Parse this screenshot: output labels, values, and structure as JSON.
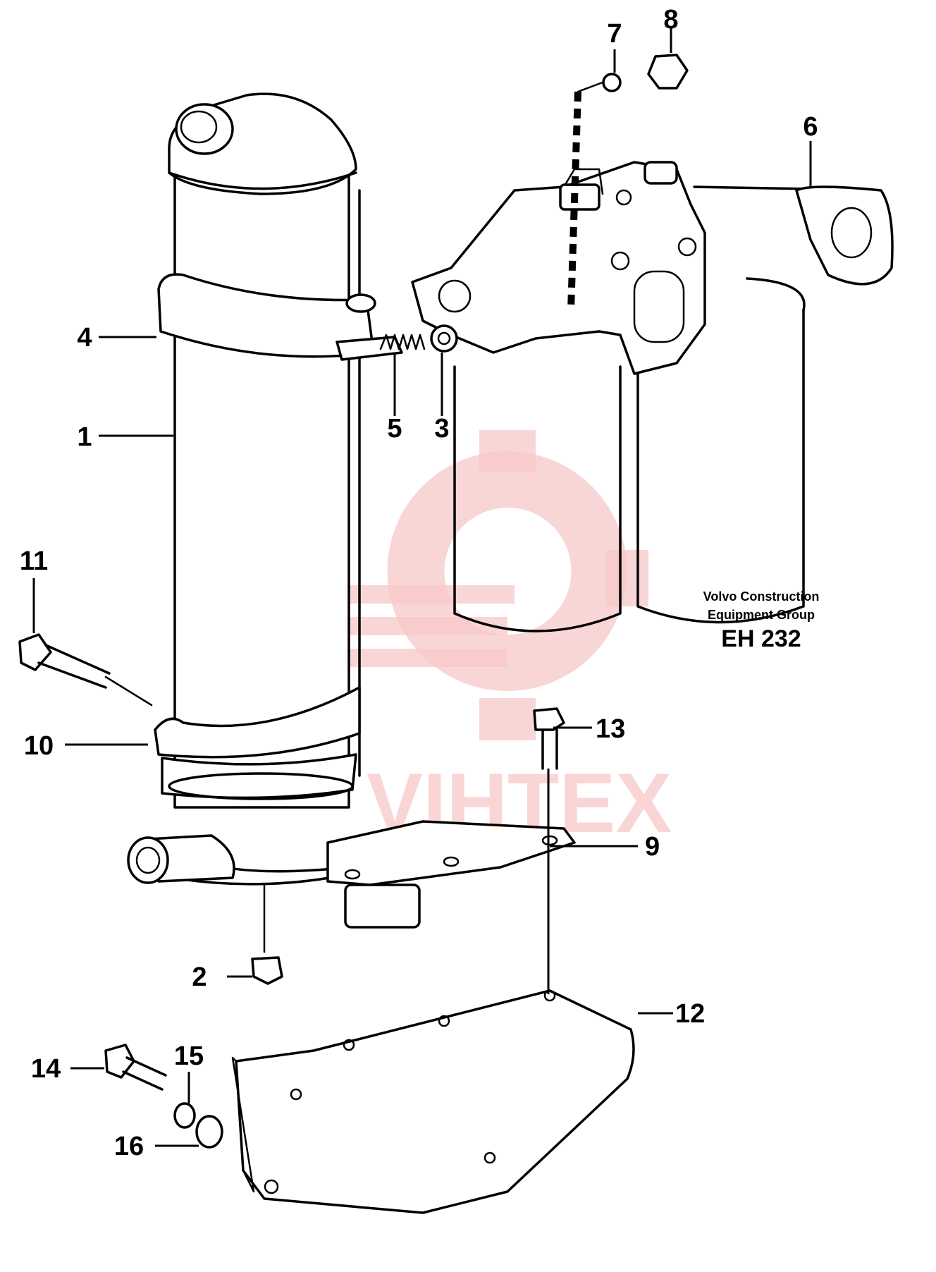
{
  "callouts": [
    "1",
    "2",
    "3",
    "4",
    "5",
    "6",
    "7",
    "8",
    "9",
    "10",
    "11",
    "12",
    "13",
    "14",
    "15",
    "16"
  ],
  "caption": {
    "line1": "Volvo Construction",
    "line2": "Equipment Group",
    "code": "EH 232"
  },
  "watermark_text": "VIHTEX"
}
